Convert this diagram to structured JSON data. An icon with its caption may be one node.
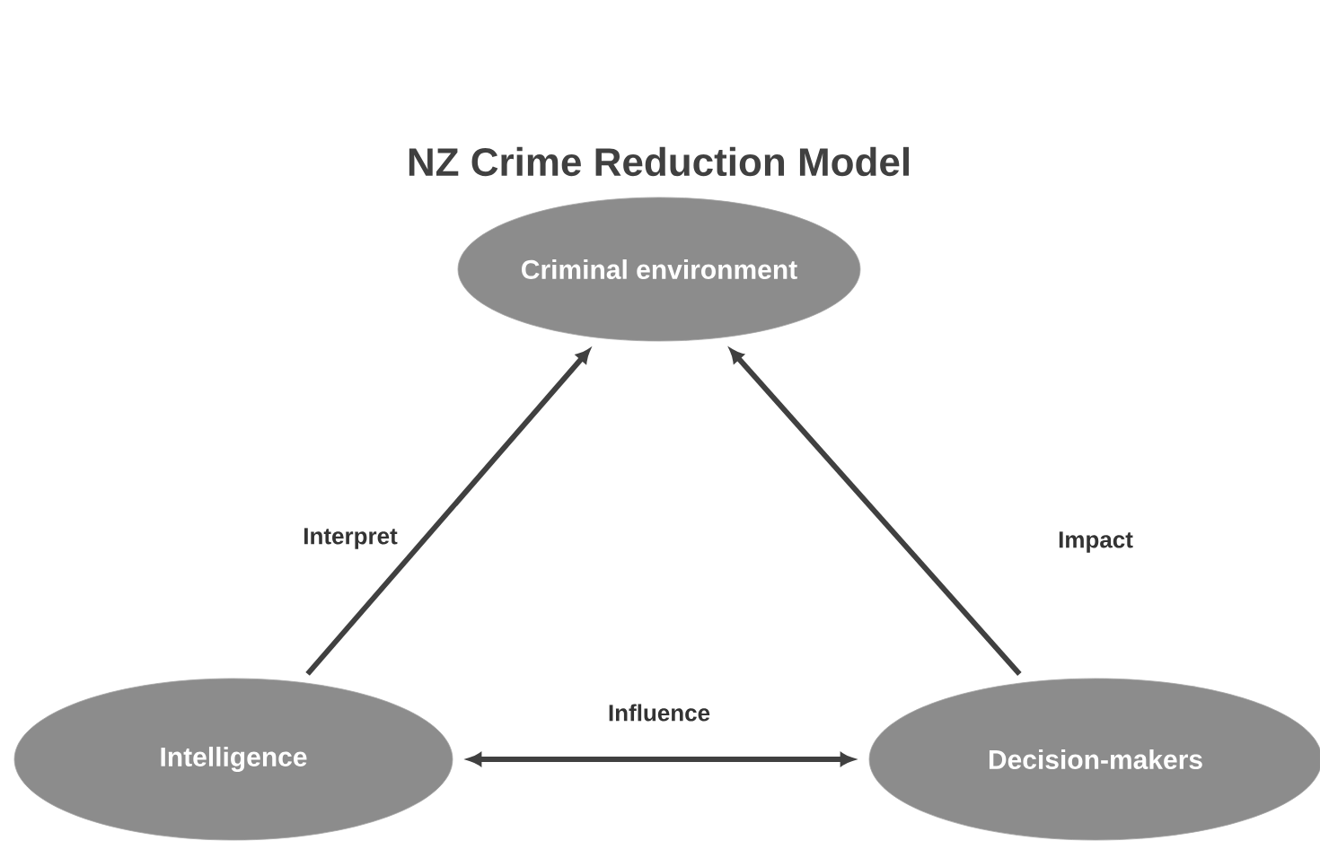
{
  "diagram": {
    "title": "NZ Crime Reduction Model",
    "nodes": [
      {
        "text": [
          "Criminal environment"
        ]
      },
      {
        "text": [
          "Intelligence"
        ]
      },
      {
        "text": [
          "Decision-makers"
        ]
      }
    ],
    "edges": [
      {
        "from": 1,
        "to": 0,
        "arrow": "to",
        "label": "Interpret"
      },
      {
        "from": 2,
        "to": 0,
        "arrow": "to",
        "label": "Impact"
      },
      {
        "from": 1,
        "to": 2,
        "arrow": "both",
        "label": "Influence"
      }
    ]
  }
}
